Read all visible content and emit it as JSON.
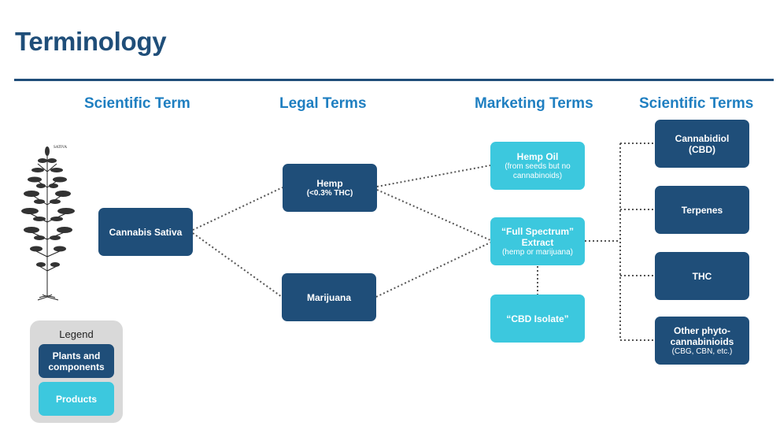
{
  "title": "Terminology",
  "columns": {
    "scientific_term": "Scientific Term",
    "legal_terms": "Legal Terms",
    "marketing_terms": "Marketing Terms",
    "scientific_terms": "Scientific Terms"
  },
  "plant_label": "SATIVA",
  "nodes": {
    "cannabis_sativa": {
      "label": "Cannabis Sativa"
    },
    "hemp": {
      "label": "Hemp",
      "sub": "(<0.3% THC)"
    },
    "marijuana": {
      "label": "Marijuana"
    },
    "hemp_oil": {
      "label": "Hemp Oil",
      "sub": "(from seeds but no cannabinoids)"
    },
    "full_spectrum": {
      "label": "“Full Spectrum” Extract",
      "sub": "(hemp or marijuana)"
    },
    "cbd_isolate": {
      "label": "“CBD Isolate”"
    },
    "cannabidiol": {
      "label": "Cannabidiol (CBD)"
    },
    "terpenes": {
      "label": "Terpenes"
    },
    "thc": {
      "label": "THC"
    },
    "other": {
      "label": "Other phyto-cannabinioids",
      "sub": "(CBG, CBN, etc.)"
    }
  },
  "legend": {
    "title": "Legend",
    "plants": "Plants and components",
    "products": "Products"
  },
  "colors": {
    "heading": "#1f4e79",
    "column_heading": "#1f7fc1",
    "plants_box": "#1f4e79",
    "products_box": "#3cc8de",
    "legend_bg": "#d9d9d9",
    "connector": "#555555"
  }
}
